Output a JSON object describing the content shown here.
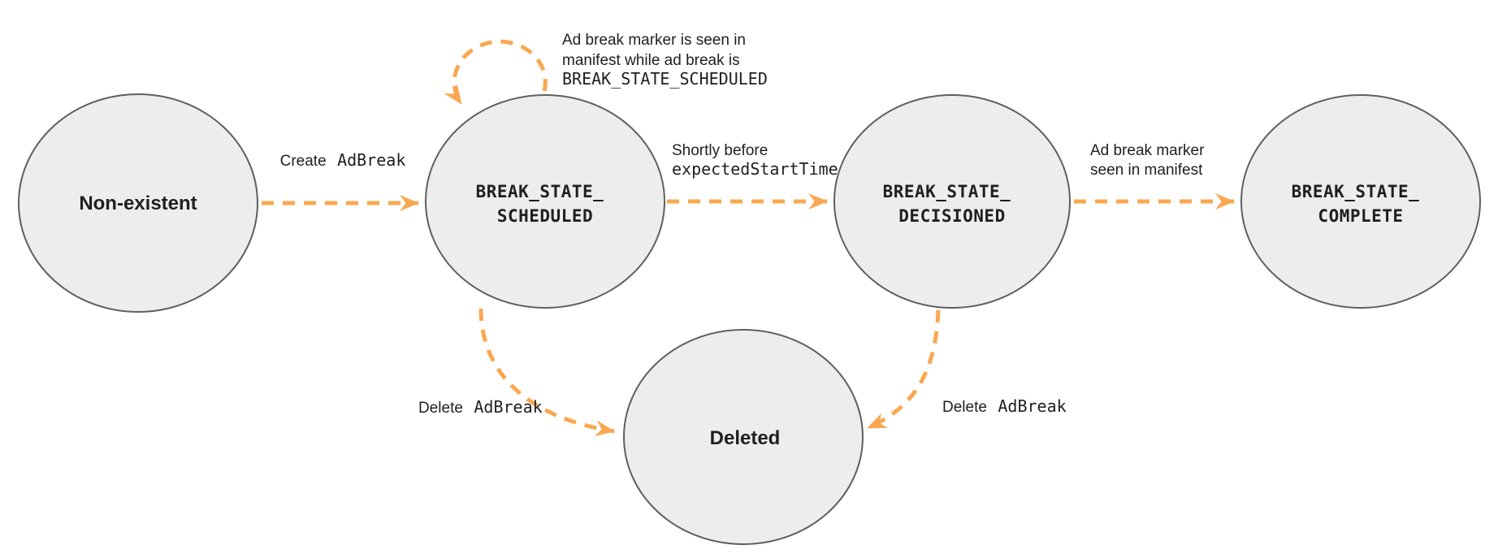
{
  "colors": {
    "arrow": "#F9A851",
    "circle-fill": "#EDEDED",
    "circle-stroke": "#5F5F5F",
    "text": "#1F1F1F"
  },
  "states": {
    "non_existent": {
      "label": "Non-existent"
    },
    "scheduled": {
      "lines": [
        "BREAK_STATE_",
        "SCHEDULED"
      ]
    },
    "decisioned": {
      "lines": [
        "BREAK_STATE_",
        "DECISIONED"
      ]
    },
    "complete": {
      "lines": [
        "BREAK_STATE_",
        "COMPLETE"
      ]
    },
    "deleted": {
      "label": "Deleted"
    }
  },
  "transitions": {
    "create_adbreak": {
      "text": "Create",
      "code": "AdBreak"
    },
    "self_loop": {
      "lines": [
        "Ad break marker is seen in",
        "manifest while ad break is"
      ],
      "code": "BREAK_STATE_SCHEDULED"
    },
    "shortly_before": {
      "text": "Shortly before",
      "code": "expectedStartTime"
    },
    "marker_seen": {
      "lines": [
        "Ad break marker",
        "seen in manifest"
      ]
    },
    "delete_scheduled": {
      "text": "Delete",
      "code": "AdBreak"
    },
    "delete_decisioned": {
      "text": "Delete",
      "code": "AdBreak"
    }
  }
}
